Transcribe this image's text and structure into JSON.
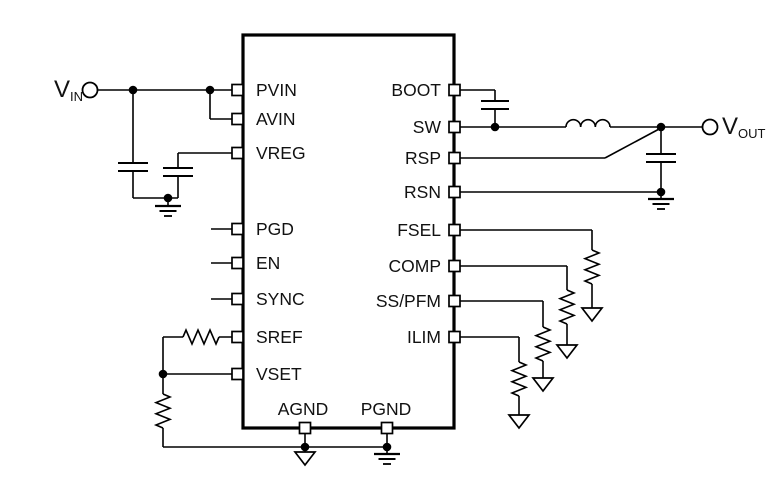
{
  "schematic": {
    "description": "DC-DC buck converter IC typical application circuit",
    "background": "#ffffff",
    "line_color": "#000000",
    "terminals": {
      "vin": {
        "symbol": "V",
        "sub": "IN"
      },
      "vout": {
        "symbol": "V",
        "sub": "OUT"
      }
    },
    "ic": {
      "left_pins": [
        "PVIN",
        "AVIN",
        "VREG",
        "PGD",
        "EN",
        "SYNC",
        "SREF",
        "VSET"
      ],
      "right_pins": [
        "BOOT",
        "SW",
        "RSP",
        "RSN",
        "FSEL",
        "COMP",
        "SS/PFM",
        "ILIM"
      ],
      "bottom_pins": [
        "AGND",
        "PGND"
      ]
    },
    "components": {
      "capacitors": [
        "input-capacitor",
        "vreg-capacitor",
        "boot-capacitor",
        "output-capacitor"
      ],
      "inductor": "output-inductor",
      "resistors": [
        "sref-resistor",
        "vset-resistor",
        "fsel-resistor",
        "comp-resistor",
        "sspfm-resistor",
        "ilim-resistor"
      ],
      "ground_symbols": {
        "earth": 3,
        "arrow": 5
      }
    }
  }
}
